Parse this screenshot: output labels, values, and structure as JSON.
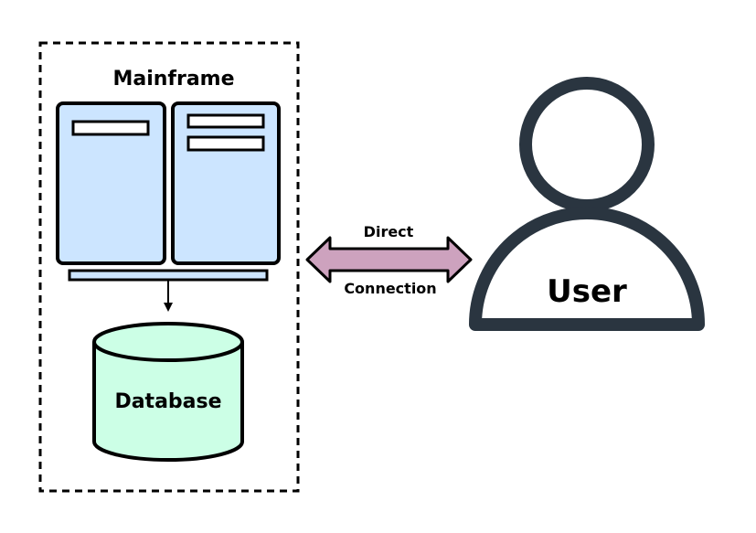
{
  "diagram": {
    "mainframe_label": "Mainframe",
    "database_label": "Database",
    "user_label": "User",
    "connection_top_label": "Direct",
    "connection_bottom_label": "Connection"
  },
  "colors": {
    "server_fill": "#cce5ff",
    "database_fill": "#ccffe6",
    "arrow_fill": "#cda2be",
    "user_outline": "#2a3540",
    "stroke": "#000000",
    "background": "#ffffff"
  }
}
